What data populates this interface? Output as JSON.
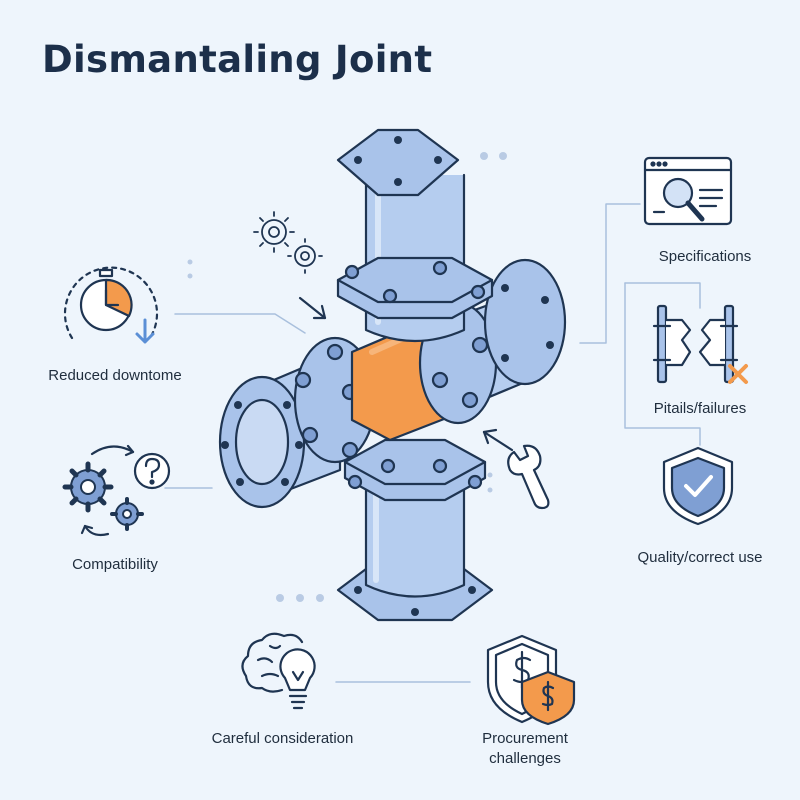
{
  "title": "Dismantaling Joint",
  "labels": {
    "reduced_downtime": "Reduced downtome",
    "compatibility": "Compatibility",
    "careful_consideration": "Careful consideration",
    "procurement_line1": "Procurement",
    "procurement_line2": "challenges",
    "specifications": "Specifications",
    "pitfalls": "Pitails/failures",
    "quality": "Quality/correct use"
  },
  "colors": {
    "pipe": "#a9c3ea",
    "pipe_dark": "#7f9fd3",
    "outline": "#1f3552",
    "accent": "#f39a4c",
    "background": "#eef5fc",
    "connector": "#9fb8d8"
  },
  "icons": [
    "stopwatch-icon",
    "gears-icon",
    "question-icon",
    "brain-lightbulb-icon",
    "shield-dollar-icon",
    "magnifier-document-icon",
    "broken-flange-icon",
    "shield-check-icon",
    "wrench-icon",
    "arrow-icon"
  ]
}
